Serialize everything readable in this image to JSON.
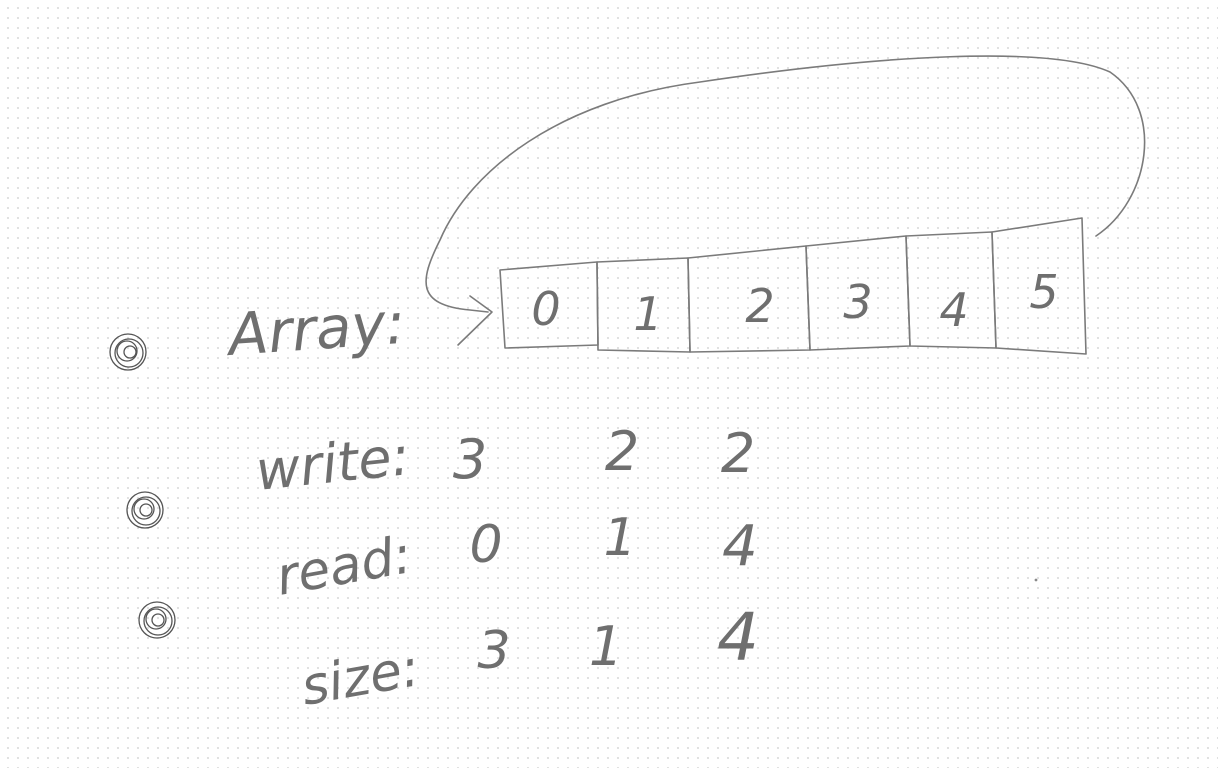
{
  "array_label": "Array:",
  "cells": [
    "0",
    "1",
    "2",
    "3",
    "4",
    "5"
  ],
  "rows": [
    {
      "label": "write:",
      "values": [
        "3",
        "2",
        "2"
      ]
    },
    {
      "label": "read:",
      "values": [
        "0",
        "1",
        "4"
      ]
    },
    {
      "label": "size:",
      "values": [
        "3",
        "1",
        "4"
      ]
    }
  ],
  "colors": {
    "ink": "#7b7b7b",
    "bullet": "#555555",
    "dot_grid": "#d9d9d9"
  },
  "icons": [
    "scribble-bullet-icon",
    "wrap-around-arrow-icon",
    "pointer-arrow-icon"
  ]
}
